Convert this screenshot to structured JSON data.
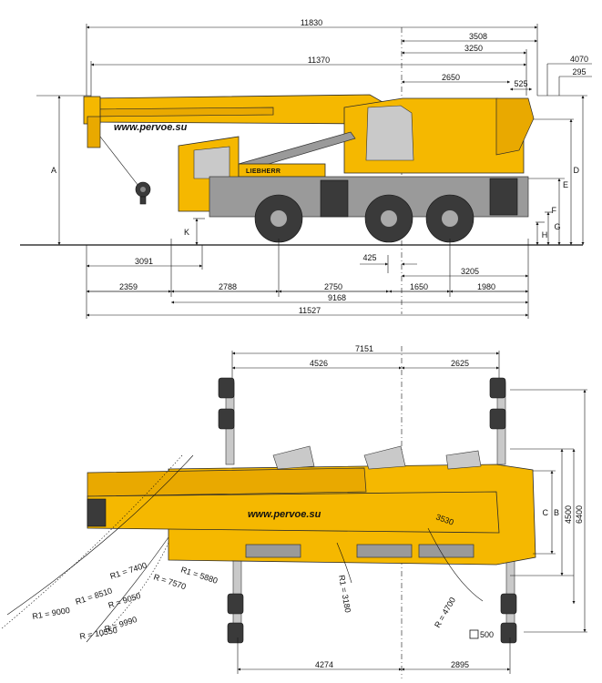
{
  "side_view": {
    "watermark": "www.pervoe.su",
    "brand": "LIEBHERR",
    "top_dims": [
      "11830",
      "3508",
      "3250",
      "11370",
      "4070",
      "295",
      "2650",
      "525"
    ],
    "bottom_dims": [
      "3091",
      "425",
      "3205",
      "2359",
      "2788",
      "2750",
      "1650",
      "1980",
      "9168",
      "11527"
    ],
    "height_letters": [
      "A",
      "D",
      "E",
      "F",
      "G",
      "H",
      "K"
    ]
  },
  "top_view": {
    "watermark": "www.pervoe.su",
    "top_dims": [
      "7151",
      "4526",
      "2625"
    ],
    "bottom_dims": [
      "4274",
      "2895"
    ],
    "width_letters": [
      "C",
      "B"
    ],
    "width_dims": [
      "4500",
      "6400"
    ],
    "radii": [
      "3530",
      "R1 = 3180",
      "R = 4700",
      "R1 = 5880",
      "R = 7570",
      "R1 = 7400",
      "R = 9050",
      "R1 = 8510",
      "R = 9990",
      "R1 = 9000",
      "R = 10550"
    ],
    "pad_size": "500"
  },
  "colors": {
    "crane_yellow": "#f5b800",
    "grey": "#9a9a9a",
    "line": "#111111"
  }
}
